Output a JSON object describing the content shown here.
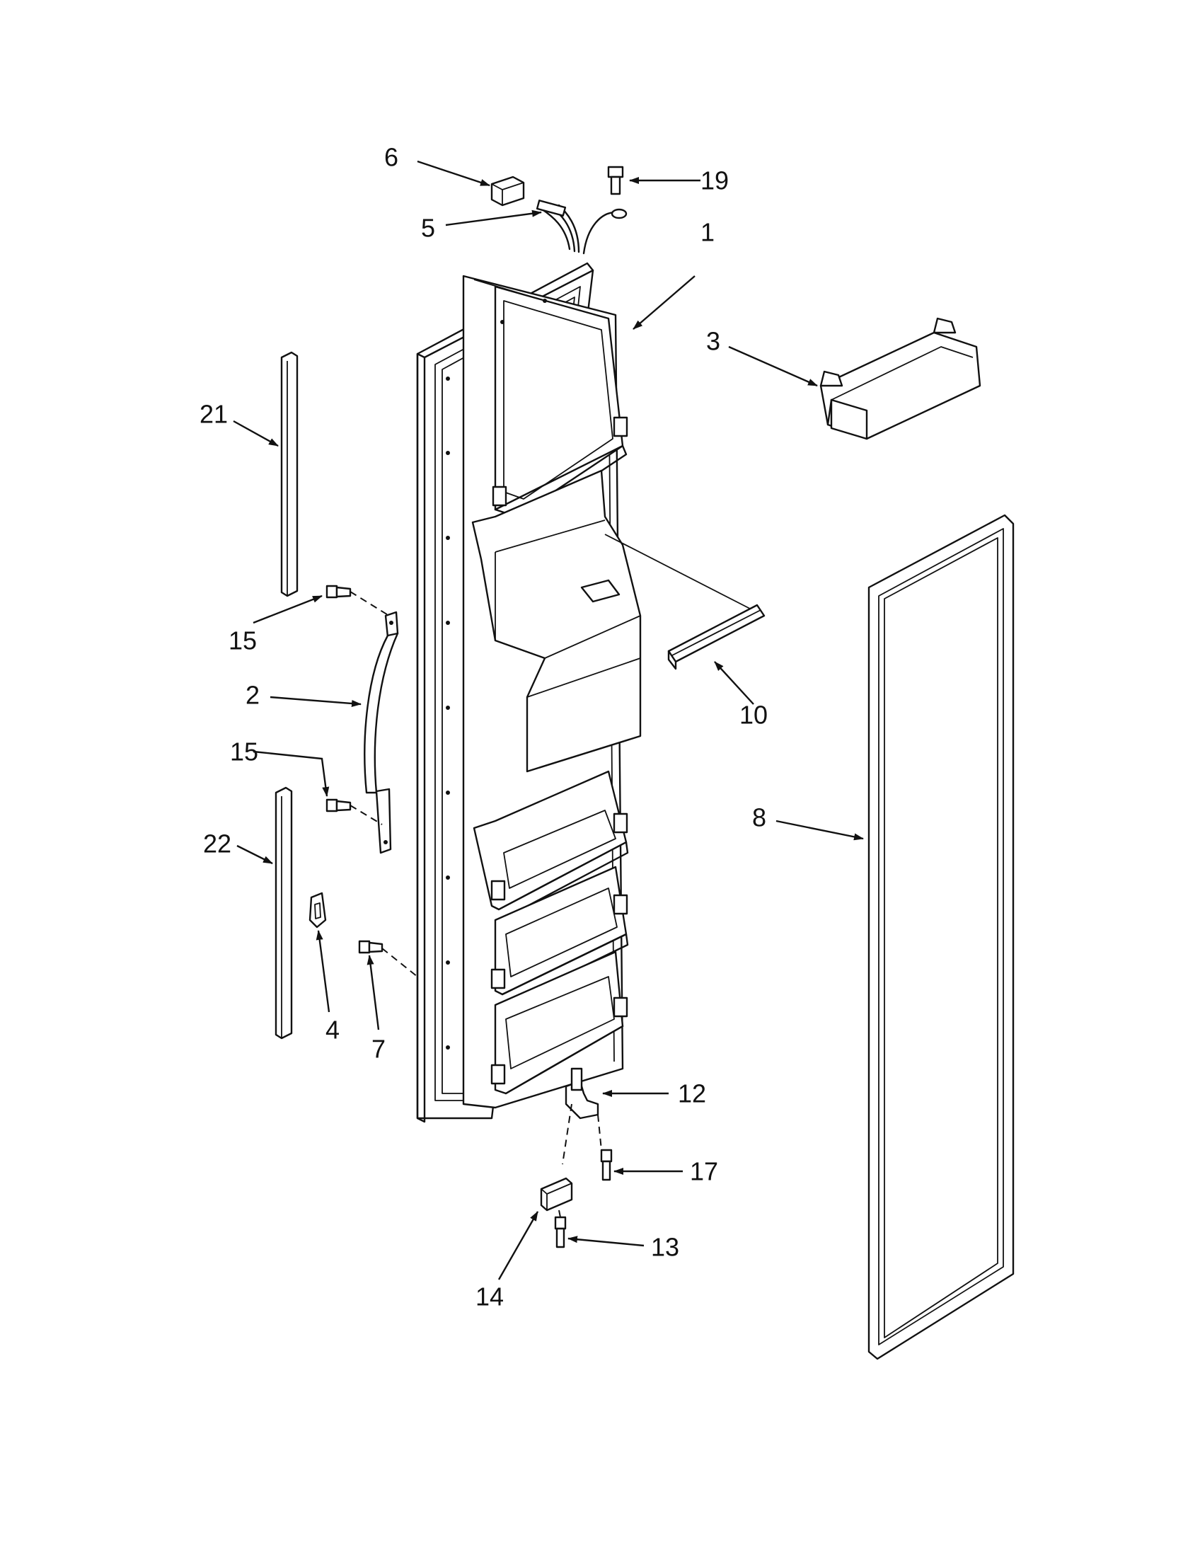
{
  "diagram": {
    "callouts": [
      {
        "id": "c1",
        "label": "1"
      },
      {
        "id": "c2",
        "label": "2"
      },
      {
        "id": "c3",
        "label": "3"
      },
      {
        "id": "c4",
        "label": "4"
      },
      {
        "id": "c5",
        "label": "5"
      },
      {
        "id": "c6",
        "label": "6"
      },
      {
        "id": "c7",
        "label": "7"
      },
      {
        "id": "c8",
        "label": "8"
      },
      {
        "id": "c10",
        "label": "10"
      },
      {
        "id": "c12",
        "label": "12"
      },
      {
        "id": "c13",
        "label": "13"
      },
      {
        "id": "c14",
        "label": "14"
      },
      {
        "id": "c15a",
        "label": "15"
      },
      {
        "id": "c15b",
        "label": "15"
      },
      {
        "id": "c17",
        "label": "17"
      },
      {
        "id": "c19",
        "label": "19"
      },
      {
        "id": "c21",
        "label": "21"
      },
      {
        "id": "c22",
        "label": "22"
      }
    ]
  }
}
